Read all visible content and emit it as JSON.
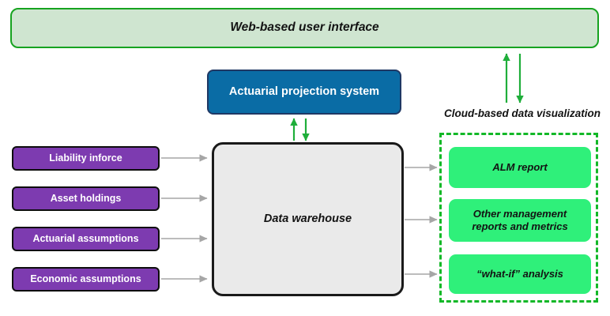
{
  "diagram": {
    "title_box": {
      "label": "Web-based user interface",
      "fill": "#cfe5d0",
      "border": "#17a320"
    },
    "projection_box": {
      "label": "Actuarial projection system",
      "fill": "#0a6ca5",
      "border": "#1f3864",
      "text_color": "#ffffff"
    },
    "warehouse_box": {
      "label": "Data warehouse",
      "fill": "#eaeaea",
      "border": "#1a1a1a"
    },
    "inputs": {
      "fill": "#7d3bb0",
      "border": "#0d0d0d",
      "items": [
        {
          "label": "Liability inforce"
        },
        {
          "label": "Asset holdings"
        },
        {
          "label": "Actuarial assumptions"
        },
        {
          "label": "Economic assumptions"
        }
      ]
    },
    "cloud": {
      "label": "Cloud-based data visualization",
      "border": "#12b827",
      "box_fill": "#2ff07a",
      "items": [
        {
          "label": "ALM report"
        },
        {
          "label": "Other management\nreports and metrics"
        },
        {
          "label": "“what-if” analysis"
        }
      ]
    },
    "connectors": {
      "input_arrow_color": "#a6a6a6",
      "output_arrow_color": "#a6a6a6",
      "sync_arrow_color": "#1fae3a",
      "sync_pairs": [
        {
          "name": "warehouse-to-projection"
        },
        {
          "name": "cloud-to-interface"
        }
      ]
    }
  }
}
